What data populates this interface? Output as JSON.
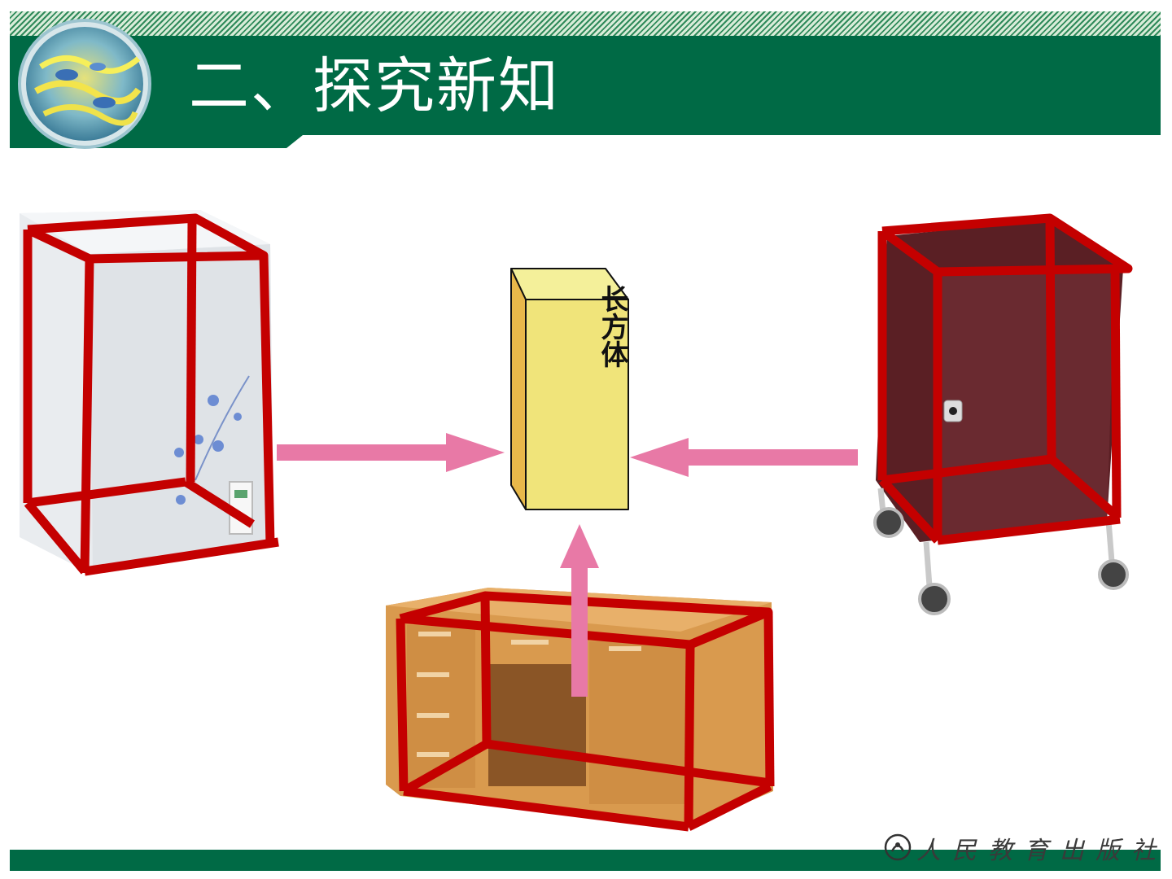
{
  "header": {
    "title": "二、探究新知"
  },
  "center_box": {
    "label": "长方体"
  },
  "footer": {
    "publisher": "人民教育出版社"
  },
  "colors": {
    "header_green": "#006a45",
    "frame_red": "#c40000",
    "arrow_pink": "#e879a6",
    "box_front": "#f0e47a",
    "box_side": "#e8b84a",
    "box_top": "#f4f09a"
  },
  "icons": [
    "logo-emblem-icon",
    "publisher-emblem-icon"
  ]
}
